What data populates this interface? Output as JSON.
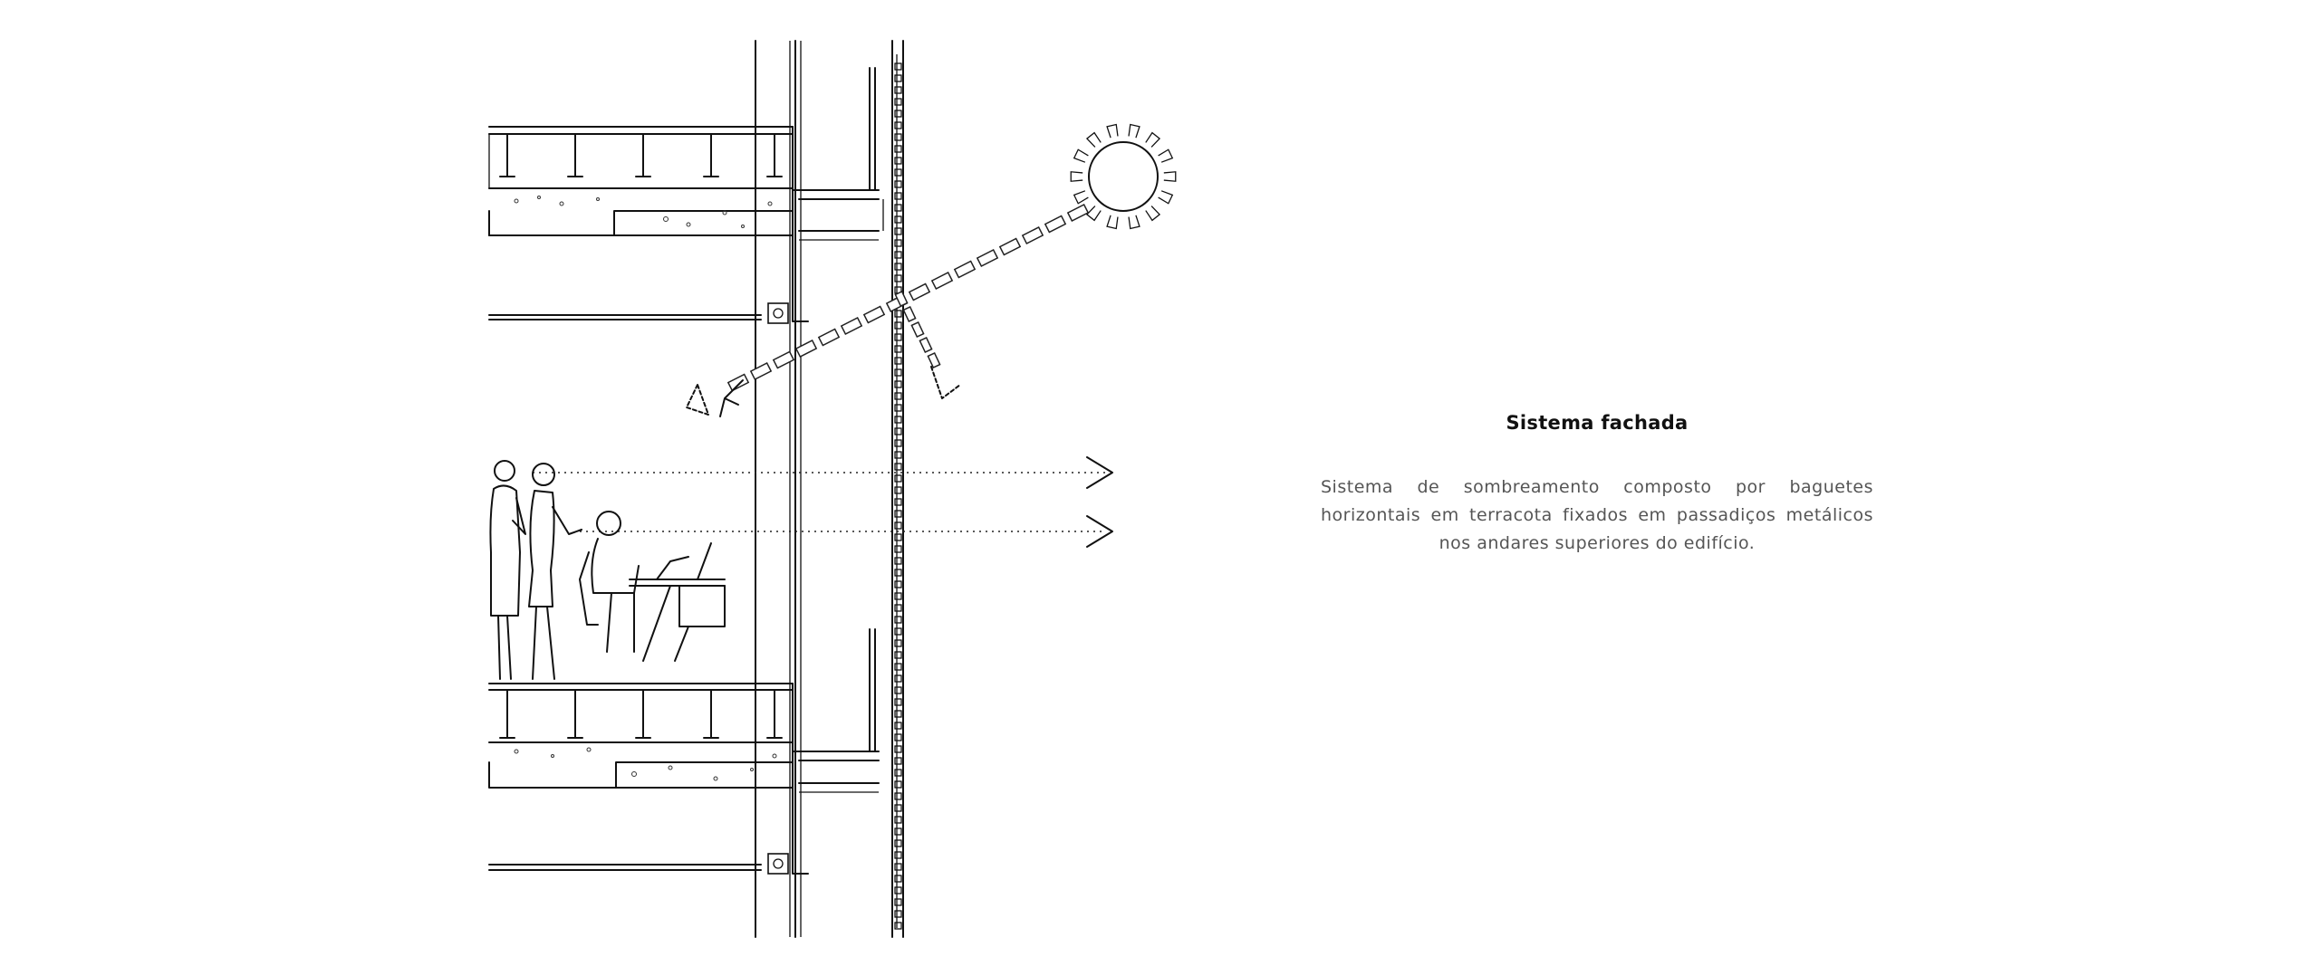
{
  "panel": {
    "title": "Sistema fachada",
    "description_lines": [
      "Sistema de sombreamento composto por baguetes",
      "horizontais em terracota fixados em passadiços metálicos",
      "nos andares superiores do edifício."
    ]
  },
  "drawing": {
    "sun_icon": "sun-icon",
    "person_icons": [
      "standing-person-icon",
      "standing-person-icon",
      "seated-person-at-desk-icon"
    ],
    "view_arrow_icons": [
      "arrow-right-icon",
      "arrow-right-icon"
    ],
    "stroke_color": "#111111"
  }
}
